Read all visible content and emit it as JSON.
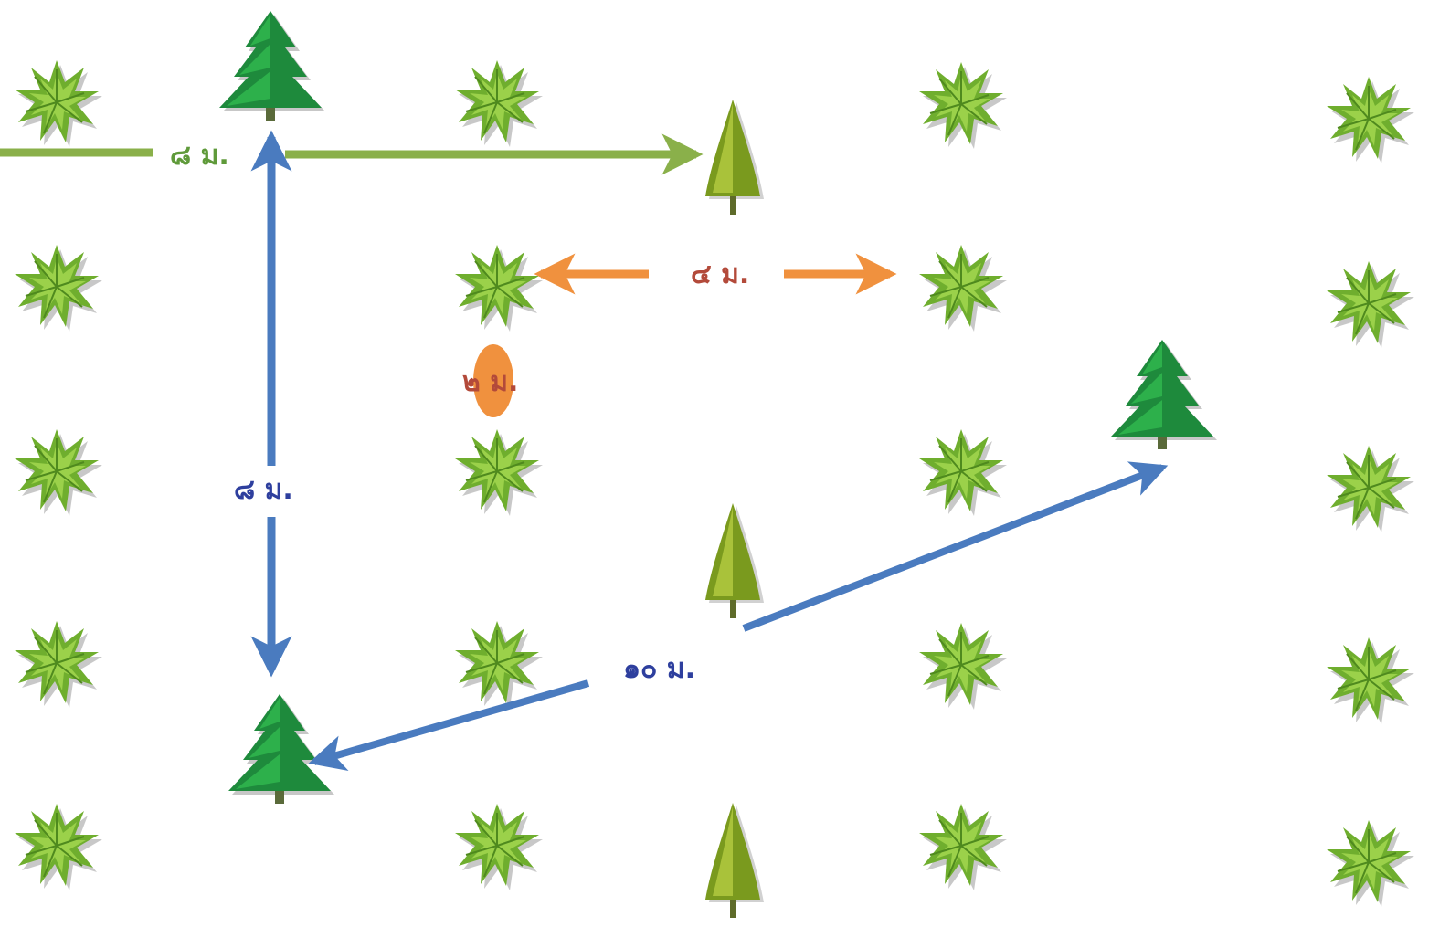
{
  "colors": {
    "background": "#ffffff",
    "shrub_light": "#8cc63f",
    "shrub_dark": "#5a8f22",
    "pine_dark": "#1e8a3c",
    "pine_light": "#2db04b",
    "cone_tree": "#7a9a1e",
    "cone_tree_light": "#a9c23a",
    "arrow_green": "#8ab04a",
    "arrow_blue": "#4a7bbf",
    "arrow_orange": "#f0913e",
    "label_green": "#5f9a3a",
    "label_blue": "#2e3f9e",
    "label_orange": "#b34a3a"
  },
  "icons": {
    "shrub": "spiky-shrub-icon",
    "pine": "pine-tree-icon",
    "cone": "cone-tree-icon"
  },
  "labels": {
    "green_distance": "๘ ม.",
    "orange_horizontal": "๔ ม.",
    "orange_vertical": "๒ ม.",
    "blue_vertical": "๘ ม.",
    "blue_diagonal": "๑๐ ม."
  }
}
